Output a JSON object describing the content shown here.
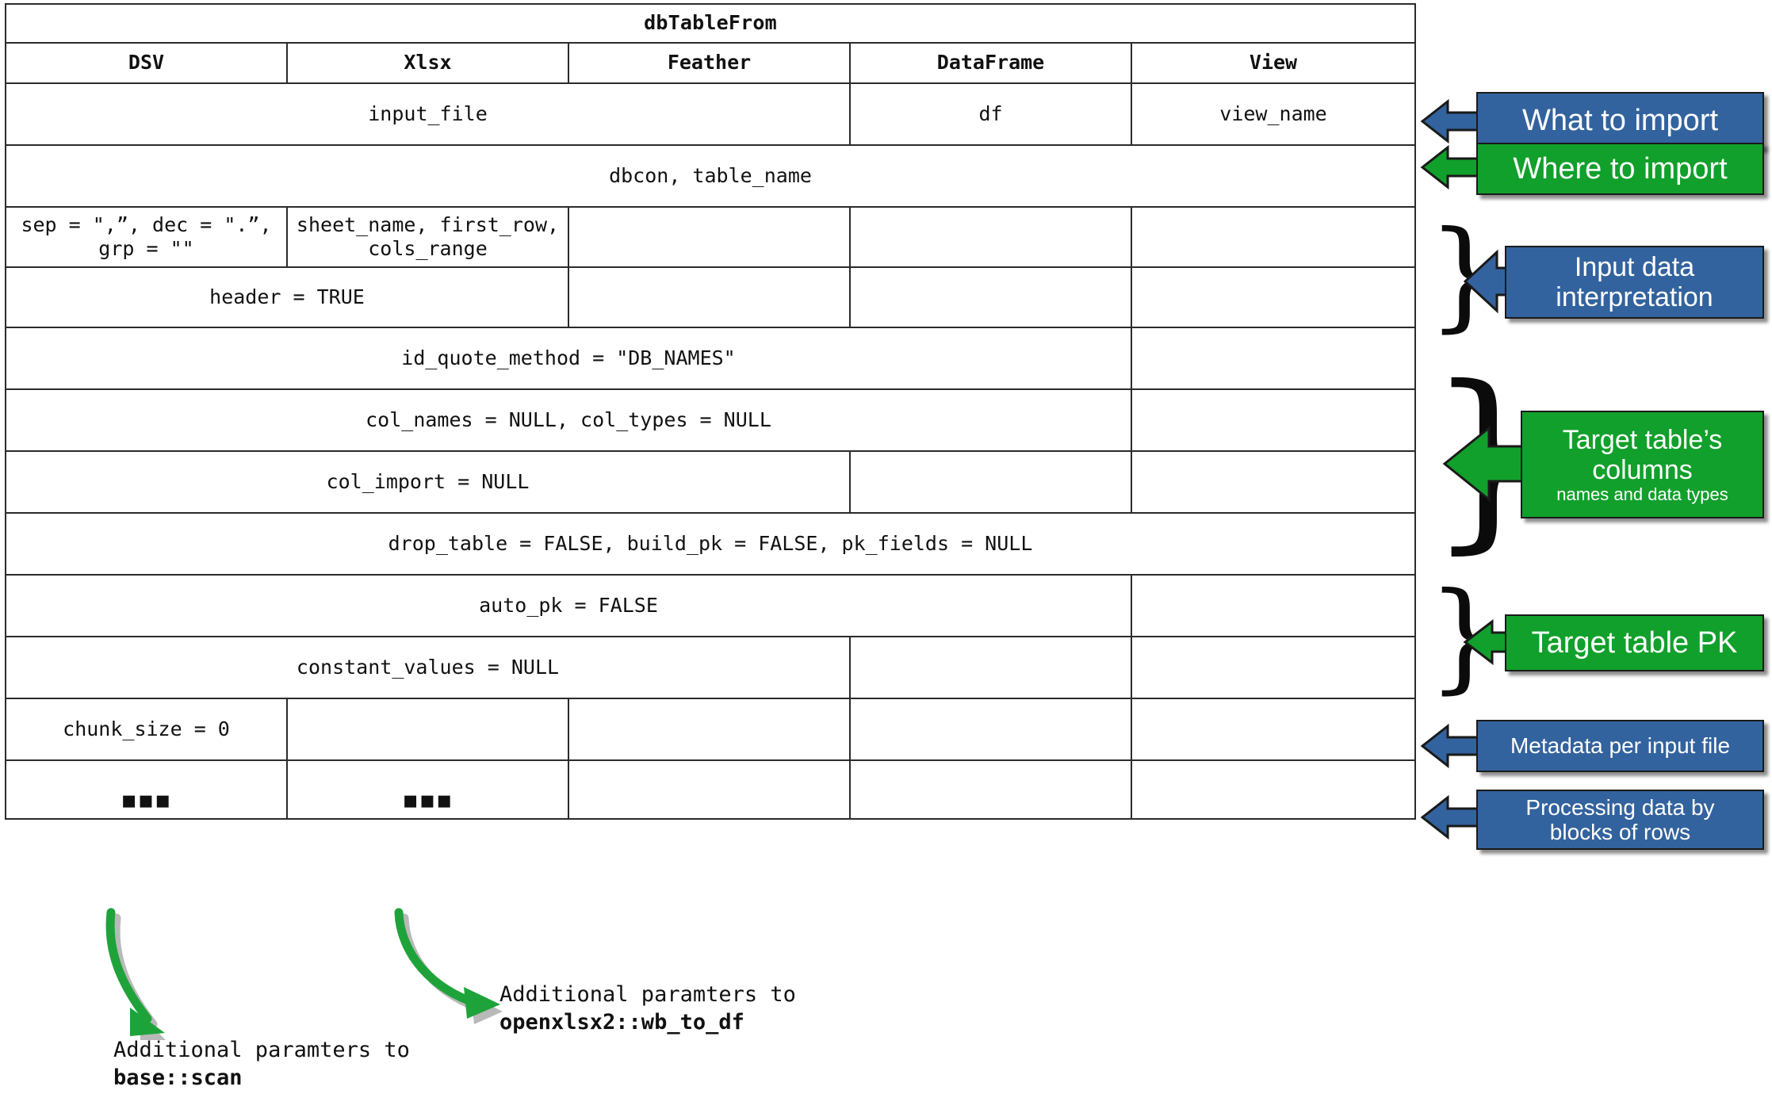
{
  "table": {
    "title": "dbTableFrom",
    "columns": [
      "DSV",
      "Xlsx",
      "Feather",
      "DataFrame",
      "View"
    ],
    "rows": [
      {
        "id": "what-to-import",
        "cells": [
          {
            "text": "input_file",
            "span": 3,
            "gray": false
          },
          {
            "text": "df",
            "span": 1,
            "gray": false
          },
          {
            "text": "view_name",
            "span": 1,
            "gray": false
          }
        ]
      },
      {
        "id": "where-to-import",
        "cells": [
          {
            "text": "dbcon, table_name",
            "span": 5,
            "gray": false
          }
        ]
      },
      {
        "id": "parser-options",
        "cells": [
          {
            "text": "sep = \",”, dec = \".”,\ngrp = \"\"",
            "span": 1,
            "gray": false
          },
          {
            "text": "sheet_name, first_row,\ncols_range",
            "span": 1,
            "gray": false
          },
          {
            "text": "",
            "span": 1,
            "gray": true
          },
          {
            "text": "",
            "span": 1,
            "gray": true
          },
          {
            "text": "",
            "span": 1,
            "gray": true
          }
        ]
      },
      {
        "id": "header-option",
        "cells": [
          {
            "text": "header = TRUE",
            "span": 2,
            "gray": false
          },
          {
            "text": "",
            "span": 1,
            "gray": true
          },
          {
            "text": "",
            "span": 1,
            "gray": true
          },
          {
            "text": "",
            "span": 1,
            "gray": true
          }
        ]
      },
      {
        "id": "id-quote-method",
        "cells": [
          {
            "text": "id_quote_method = \"DB_NAMES\"",
            "span": 4,
            "gray": false
          },
          {
            "text": "",
            "span": 1,
            "gray": true
          }
        ]
      },
      {
        "id": "col-names-types",
        "cells": [
          {
            "text": "col_names = NULL, col_types = NULL",
            "span": 4,
            "gray": false
          },
          {
            "text": "",
            "span": 1,
            "gray": true
          }
        ]
      },
      {
        "id": "col-import",
        "cells": [
          {
            "text": "col_import = NULL",
            "span": 3,
            "gray": false
          },
          {
            "text": "",
            "span": 1,
            "gray": true
          },
          {
            "text": "",
            "span": 1,
            "gray": true
          }
        ]
      },
      {
        "id": "drop-table-build-pk",
        "cells": [
          {
            "text": "drop_table = FALSE, build_pk = FALSE, pk_fields = NULL",
            "span": 5,
            "gray": false
          }
        ]
      },
      {
        "id": "auto-pk",
        "cells": [
          {
            "text": "auto_pk = FALSE",
            "span": 4,
            "gray": false
          },
          {
            "text": "",
            "span": 1,
            "gray": true
          }
        ]
      },
      {
        "id": "constant-values",
        "cells": [
          {
            "text": "constant_values = NULL",
            "span": 3,
            "gray": false
          },
          {
            "text": "",
            "span": 1,
            "gray": true
          },
          {
            "text": "",
            "span": 1,
            "gray": true
          }
        ]
      },
      {
        "id": "chunk-size",
        "cells": [
          {
            "text": "chunk_size = 0",
            "span": 1,
            "gray": false
          },
          {
            "text": "",
            "span": 1,
            "gray": true
          },
          {
            "text": "",
            "span": 1,
            "gray": true
          },
          {
            "text": "",
            "span": 1,
            "gray": true
          },
          {
            "text": "",
            "span": 1,
            "gray": true
          }
        ]
      },
      {
        "id": "ellipsis",
        "cells": [
          {
            "text": "▪▪▪",
            "span": 1,
            "gray": false,
            "dots": true
          },
          {
            "text": "▪▪▪",
            "span": 1,
            "gray": false,
            "dots": true
          },
          {
            "text": "",
            "span": 1,
            "gray": true
          },
          {
            "text": "",
            "span": 1,
            "gray": true
          },
          {
            "text": "",
            "span": 1,
            "gray": true
          }
        ]
      }
    ]
  },
  "callouts": [
    {
      "id": "what-to-import",
      "label": "What to import",
      "sub": "",
      "color": "blue"
    },
    {
      "id": "where-to-import",
      "label": "Where to import",
      "sub": "",
      "color": "green"
    },
    {
      "id": "input-data-interp",
      "label": "Input data\ninterpretation",
      "sub": "",
      "color": "blue"
    },
    {
      "id": "target-table-columns",
      "label": "Target table’s\ncolumns",
      "sub": "names and data types",
      "color": "green"
    },
    {
      "id": "target-table-pk",
      "label": "Target table PK",
      "sub": "",
      "color": "green"
    },
    {
      "id": "metadata-per-file",
      "label": "Metadata per input file",
      "sub": "",
      "color": "blue"
    },
    {
      "id": "processing-blocks",
      "label": "Processing data by\nblocks of rows",
      "sub": "",
      "color": "blue"
    }
  ],
  "annotations": [
    {
      "id": "base-scan",
      "line1": "Additional paramters to",
      "line2": "base::scan"
    },
    {
      "id": "wb-to-df",
      "line1": "Additional paramters to",
      "line2": "openxlsx2::wb_to_df"
    }
  ],
  "colors": {
    "blue": "#33639E",
    "green": "#11A02B",
    "gray_cell": "#828282",
    "border": "#2b2b2b",
    "arrow_green": "#1EA33A"
  }
}
